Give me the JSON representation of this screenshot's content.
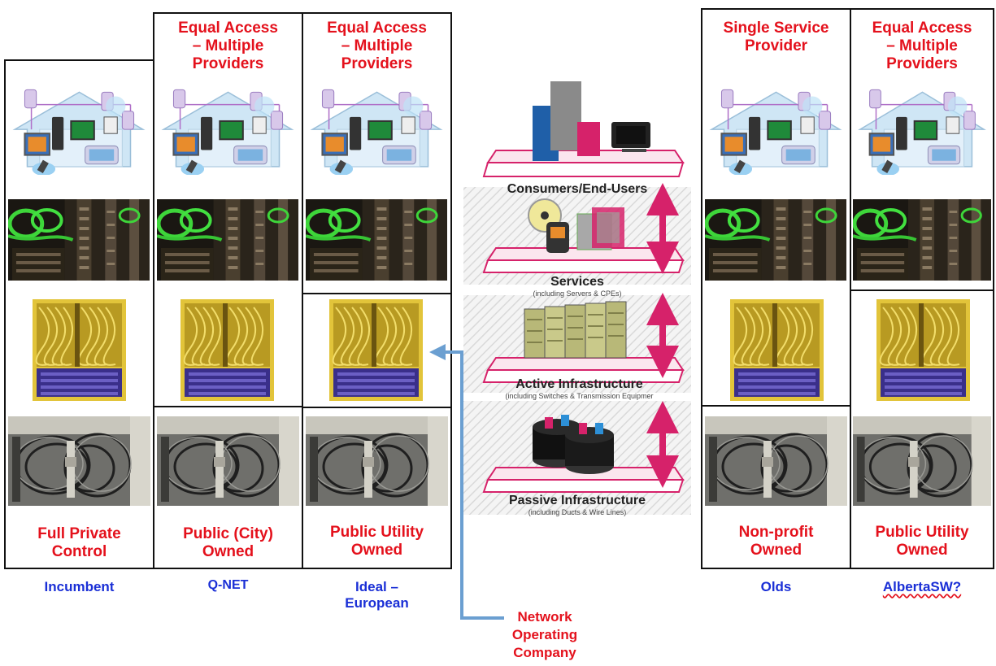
{
  "columns": [
    {
      "id": "incumbent",
      "header": "",
      "ownership": "Full Private\nControl",
      "model": "Incumbent"
    },
    {
      "id": "qnet",
      "header": "Equal Access\n– Multiple\nProviders",
      "ownership": "Public (City)\nOwned",
      "model": "Q-NET"
    },
    {
      "id": "ideal",
      "header": "Equal Access\n– Multiple\nProviders",
      "ownership": "Public Utility\nOwned",
      "model": "Ideal –\nEuropean"
    },
    {
      "id": "olds",
      "header": "Single Service\nProvider",
      "ownership": "Non-profit\nOwned",
      "model": "Olds"
    },
    {
      "id": "albertasw",
      "header": "Equal Access\n– Multiple\nProviders",
      "ownership": "Public Utility\nOwned",
      "model": "AlbertaSW?"
    }
  ],
  "layers": [
    {
      "id": "consumers",
      "title": "Consumers/End-Users",
      "subtitle": ""
    },
    {
      "id": "services",
      "title": "Services",
      "subtitle": "(including Servers & CPEs)"
    },
    {
      "id": "active",
      "title": "Active Infrastructure",
      "subtitle": "(including Switches & Transmission Equipmer"
    },
    {
      "id": "passive",
      "title": "Passive Infrastructure",
      "subtitle": "(including Ducts & Wire Lines)"
    }
  ],
  "annotation": {
    "label": "Network\nOperating\nCompany"
  },
  "colors": {
    "red": "#e4111c",
    "blue": "#1a2fd6",
    "pink": "#d6226a",
    "arrow": "#6b9fd1"
  }
}
